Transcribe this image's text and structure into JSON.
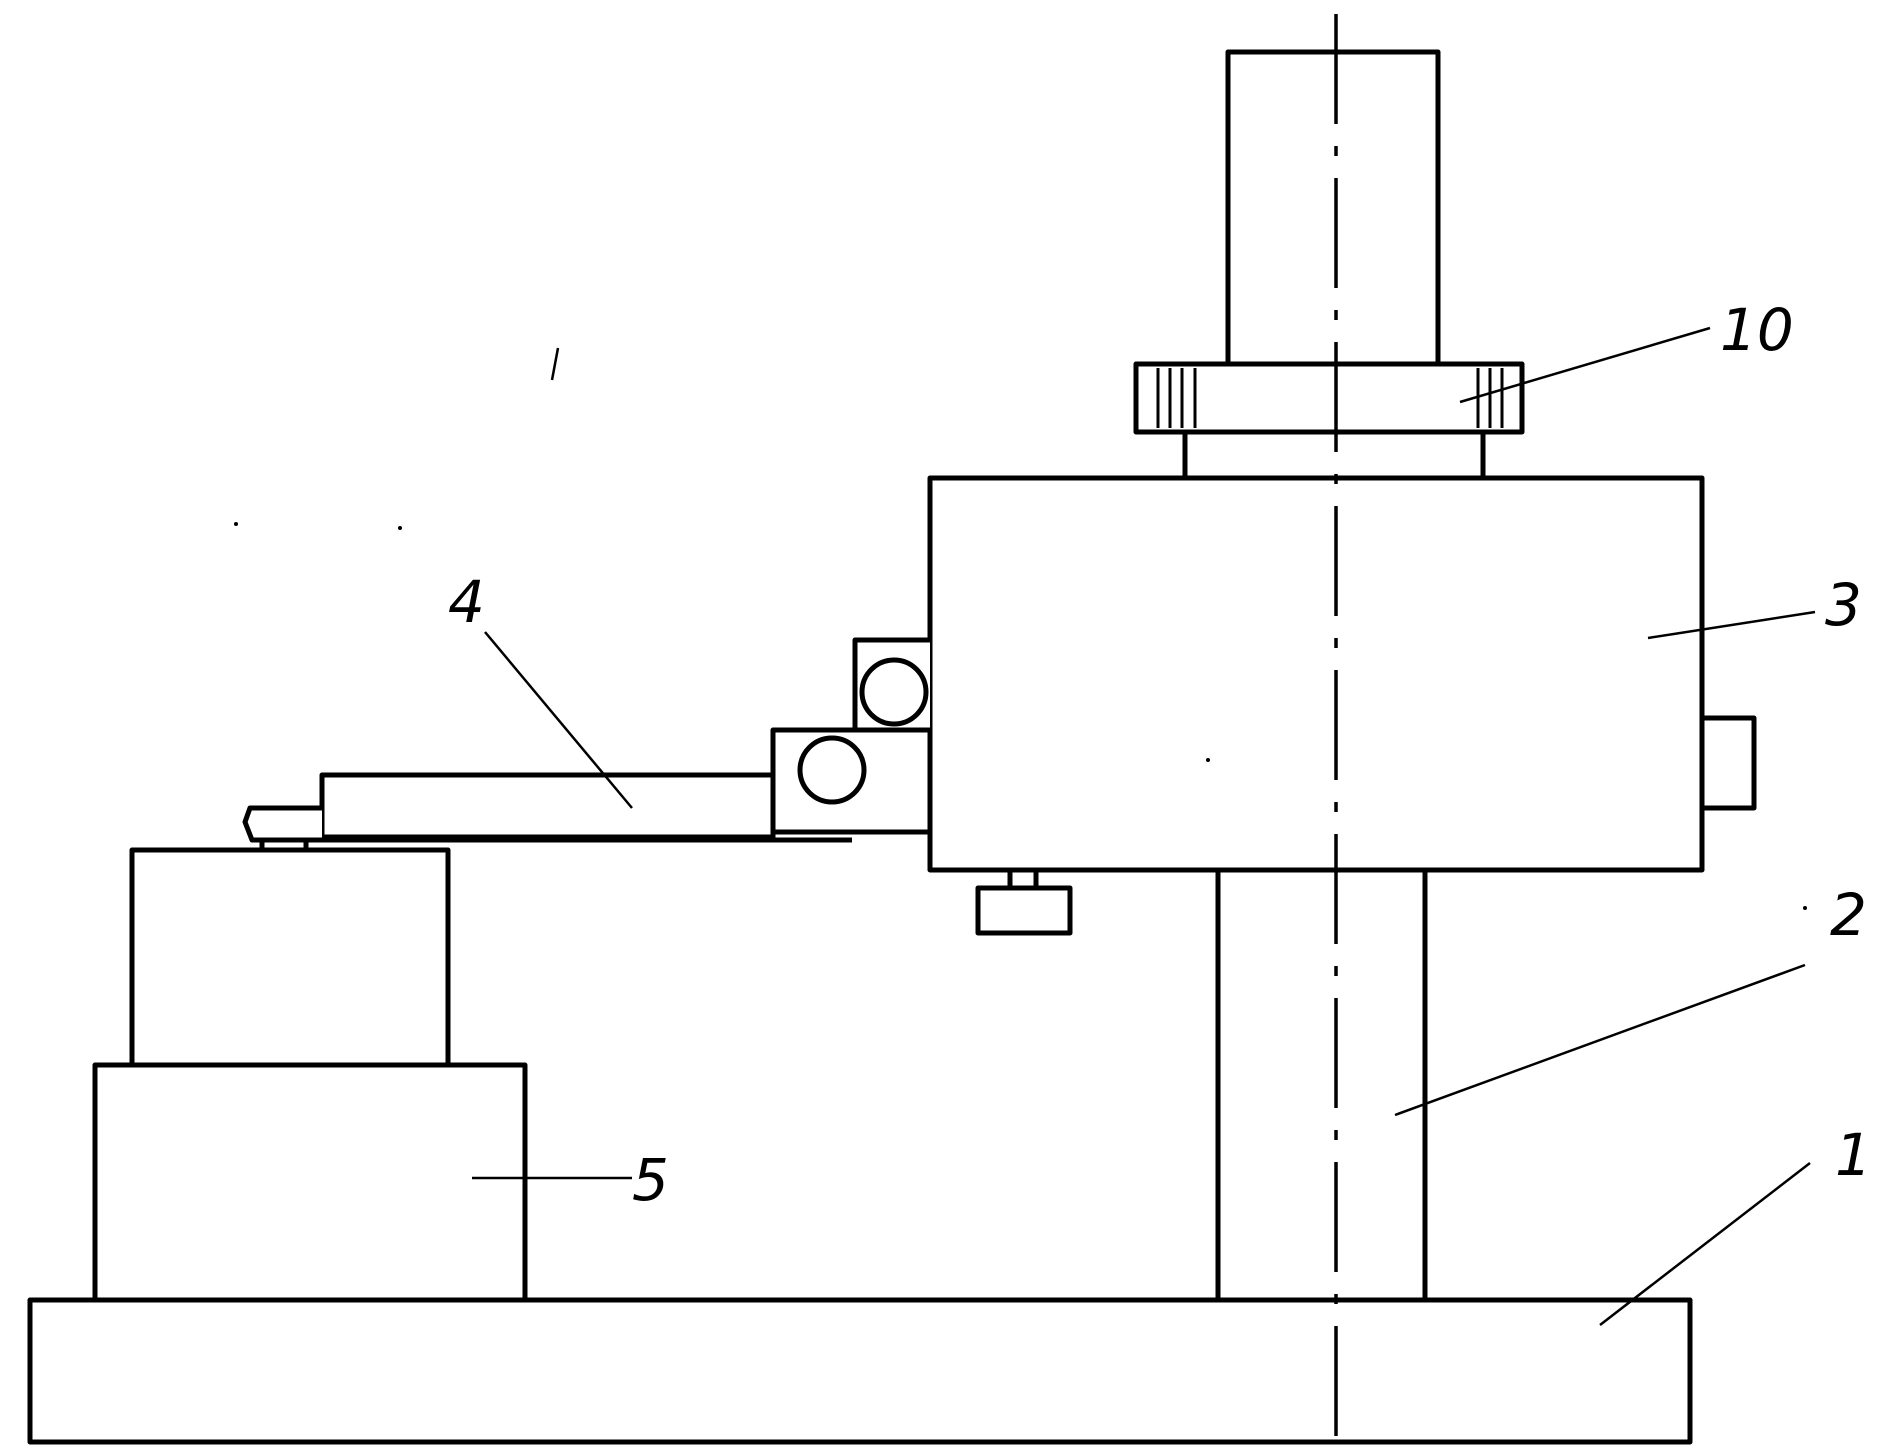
{
  "labels": {
    "base": "1",
    "column": "2",
    "carriage": "3",
    "arm": "4",
    "support": "5",
    "ring": "10"
  },
  "colors": {
    "stroke": "#000000",
    "background": "#ffffff"
  }
}
